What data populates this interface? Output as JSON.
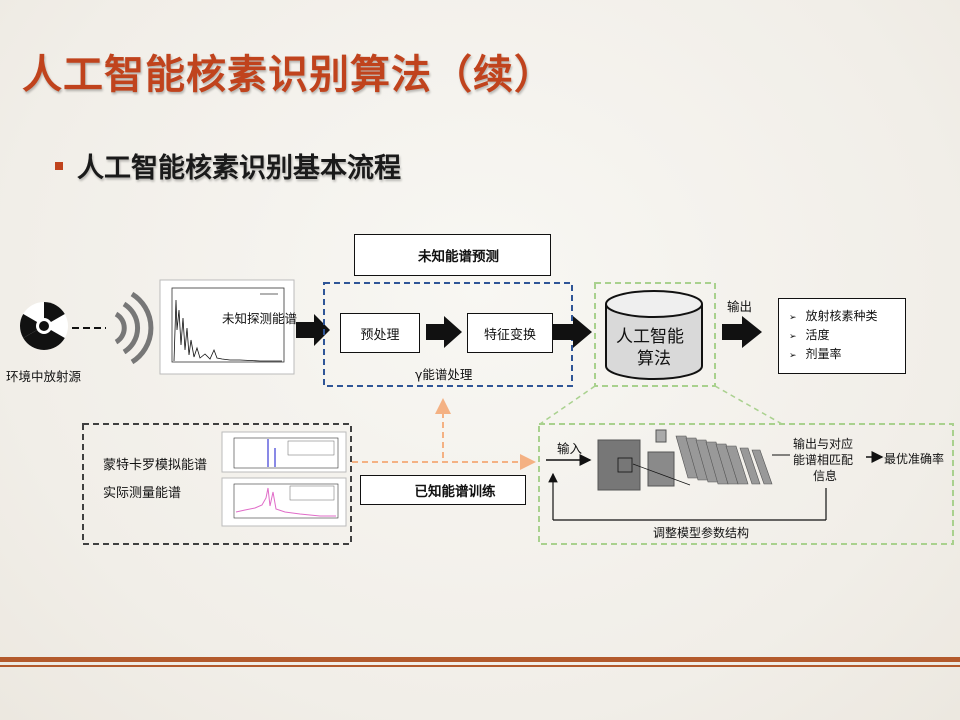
{
  "slide": {
    "title": "人工智能核素识别算法（续）",
    "subtitle": "人工智能核素识别基本流程"
  },
  "diagram": {
    "source_label": "环境中放射源",
    "unknown_spectrum_label": "未知探测能谱",
    "unknown_prediction_label": "未知能谱预测",
    "preprocess_label": "预处理",
    "feature_label": "特征变换",
    "gamma_label": "γ能谱处理",
    "ai_label_line1": "人工智能",
    "ai_label_line2": "算法",
    "output_label": "输出",
    "output_items": [
      "放射核素种类",
      "活度",
      "剂量率"
    ],
    "sim_label": "蒙特卡罗模拟能谱",
    "measured_label": "实际测量能谱",
    "known_training_label": "已知能谱训练",
    "input_label": "输入",
    "match_label_line1": "输出与对应",
    "match_label_line2": "能谱相匹配",
    "match_label_line3": "信息",
    "best_label": "最优准确率",
    "adjust_label": "调整模型参数结构"
  },
  "colors": {
    "title": "#c0431d",
    "rule": "#b35a2c",
    "blue_dash": "#2f5597",
    "green_dash": "#a9d18e",
    "orange_dash": "#f4b183",
    "gray_dash": "#404040",
    "cylinder": "#d9d9d9"
  },
  "icons": [
    "radiation-icon",
    "signal-waves-icon"
  ]
}
